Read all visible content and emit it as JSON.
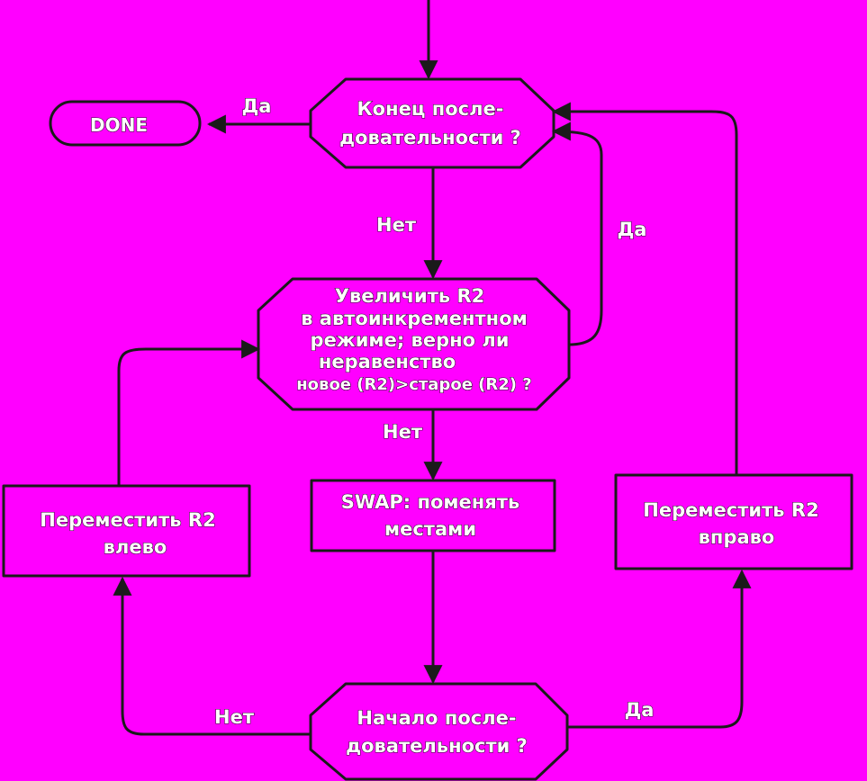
{
  "colors": {
    "background": "#ff00ff",
    "stroke": "#1a1a1a",
    "text": "#ffffff"
  },
  "nodes": {
    "end_of_sequence": {
      "line1": "Конец после-",
      "line2": "довательности ?"
    },
    "done": {
      "label": "DONE"
    },
    "increment_r2": {
      "line1": "Увеличить R2",
      "line2": "в автоинкрементном",
      "line3": "режиме; верно ли",
      "line4": "неравенство",
      "line5": "новое (R2)>старое (R2) ?"
    },
    "swap": {
      "line1": "SWAP: поменять",
      "line2": "местами"
    },
    "move_left": {
      "line1": "Переместить R2",
      "line2": "влево"
    },
    "move_right": {
      "line1": "Переместить R2",
      "line2": "вправо"
    },
    "start_of_sequence": {
      "line1": "Начало после-",
      "line2": "довательности ?"
    }
  },
  "edges": {
    "end_to_done": "Да",
    "end_to_increment": "Нет",
    "increment_to_end": "Да",
    "increment_to_swap": "Нет",
    "start_to_left": "Нет",
    "start_to_right": "Да"
  }
}
